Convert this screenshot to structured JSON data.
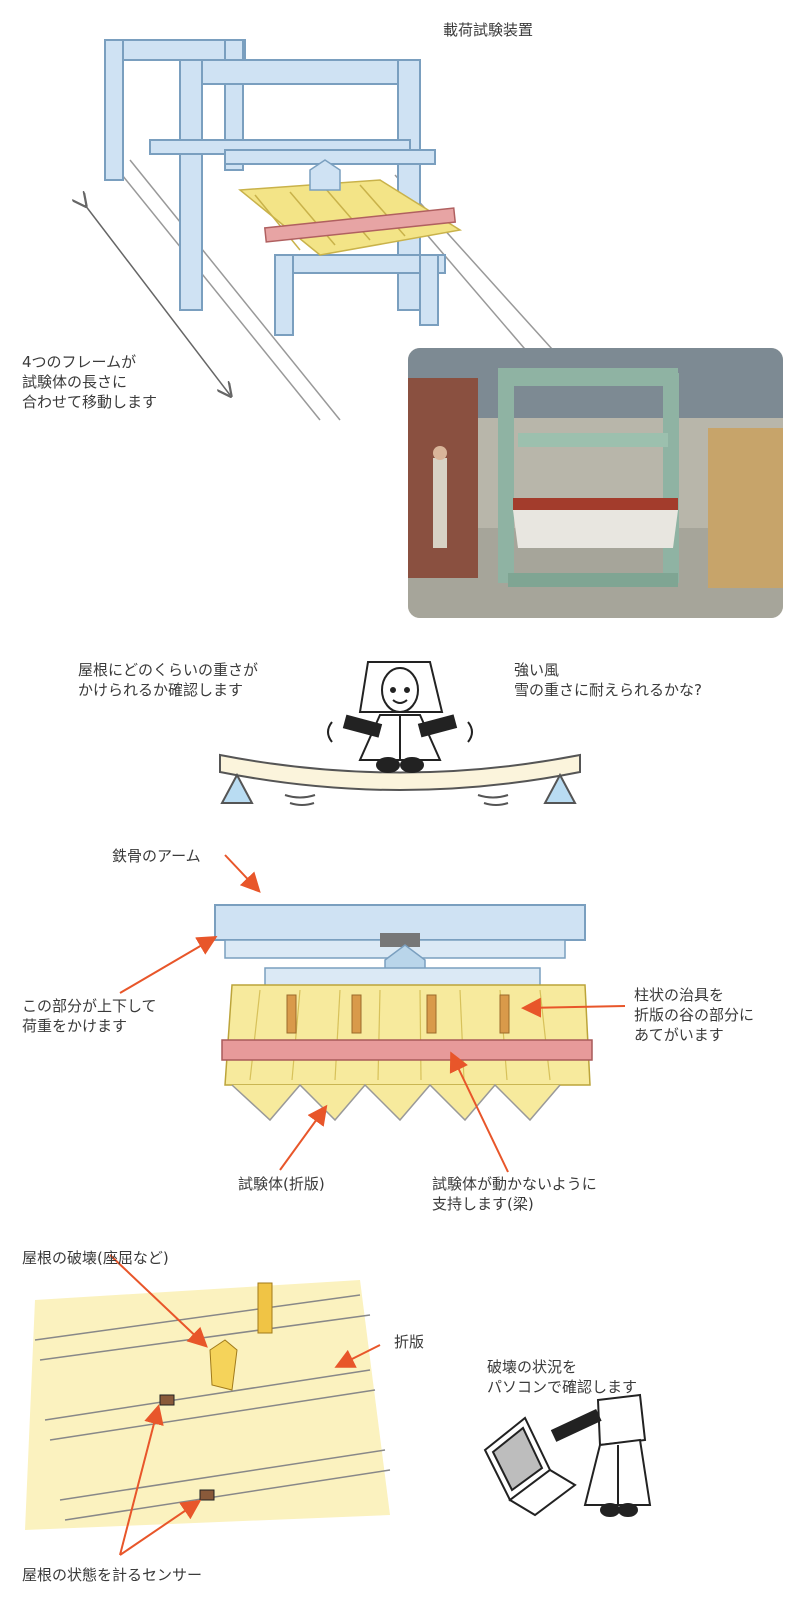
{
  "section1": {
    "title": "載荷試験装置",
    "frame_note": "4つのフレームが\n試験体の長さに\n合わせて移動します"
  },
  "section2": {
    "left_text": "屋根にどのくらいの重さが\nかけられるか確認します",
    "right_text": "強い風\n雪の重さに耐えられるかな?"
  },
  "section3": {
    "arm_label": "鉄骨のアーム",
    "updown_label": "この部分が上下して\n荷重をかけます",
    "jig_label": "柱状の治具を\n折版の谷の部分に\nあてがいます",
    "specimen_label": "試験体(折版)",
    "support_label": "試験体が動かないように\n支持します(梁)"
  },
  "section4": {
    "damage_label": "屋根の破壊(座屈など)",
    "sheet_label": "折版",
    "pc_label": "破壊の状況を\nパソコンで確認します",
    "sensor_label": "屋根の状態を計るセンサー"
  },
  "colors": {
    "arrow_orange": "#e8562a",
    "frame_blue": "#a9cbe6",
    "sheet_yellow": "#f3e487",
    "beam_red": "#d96a6a",
    "machine_green": "#8fb3a3"
  }
}
